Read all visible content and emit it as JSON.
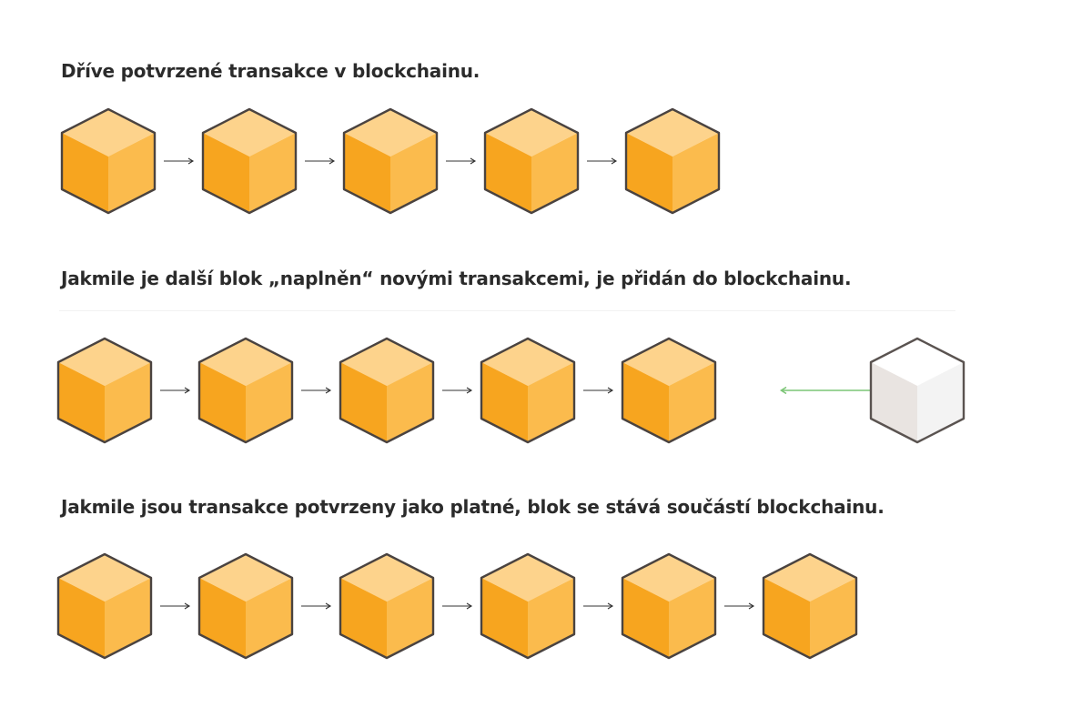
{
  "colors": {
    "block_top": "#FDD38C",
    "block_left": "#F7A51F",
    "block_right": "#FBBB4D",
    "block_outline": "#4A4340",
    "pending_top": "#FFFFFF",
    "pending_left": "#E9E4E1",
    "pending_right": "#F3F3F3",
    "pending_outline": "#5A5350",
    "chain_arrow": "#333333",
    "incoming_arrow": "#7CC576"
  },
  "sections": [
    {
      "caption": "Dříve potvrzené transakce v blockchainu.",
      "confirmed_blocks": 5,
      "pending_block": false
    },
    {
      "caption": "Jakmile je další blok „naplněn“ novými transakcemi, je přidán do blockchainu.",
      "confirmed_blocks": 5,
      "pending_block": true
    },
    {
      "caption": "Jakmile jsou transakce potvrzeny jako platné, blok se stává součástí blockchainu.",
      "confirmed_blocks": 6,
      "pending_block": false
    }
  ]
}
